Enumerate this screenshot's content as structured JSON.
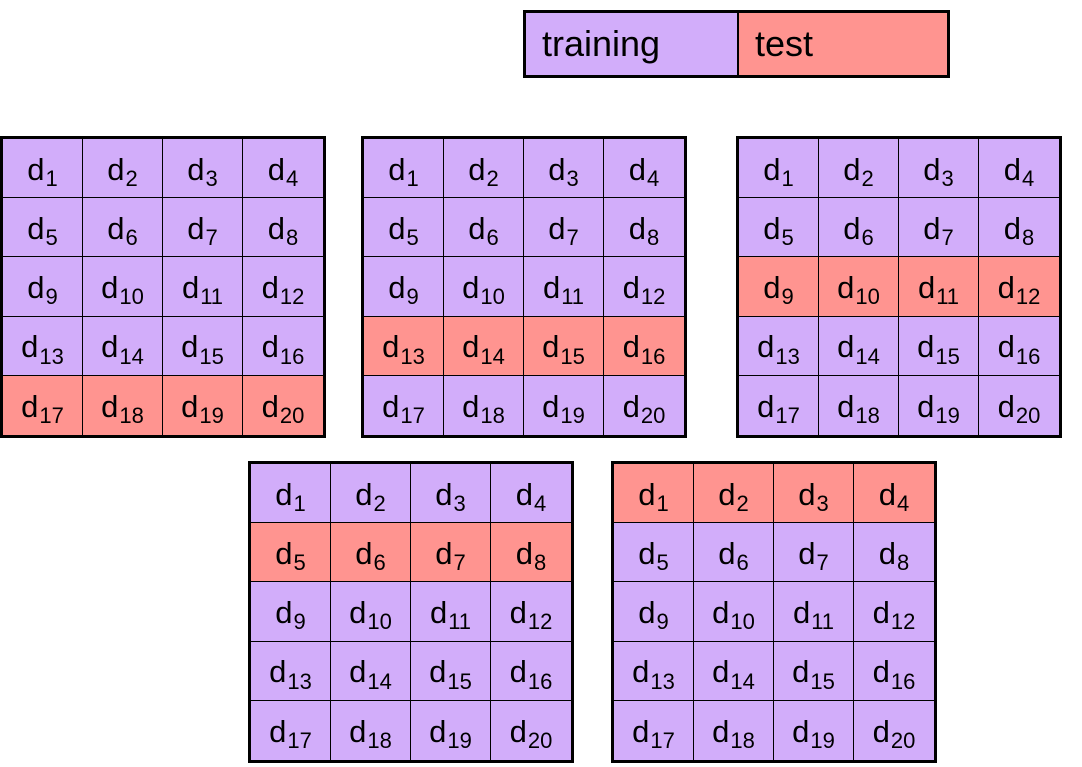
{
  "colors": {
    "training": "#d2adfa",
    "test": "#ff9490",
    "border": "#000000"
  },
  "legend": {
    "training_label": "training",
    "test_label": "test"
  },
  "fold_rows": [
    [
      [
        "1",
        "2",
        "3",
        "4"
      ],
      [
        "5",
        "6",
        "7",
        "8"
      ],
      [
        "9",
        "10",
        "11",
        "12"
      ],
      [
        "13",
        "14",
        "15",
        "16"
      ],
      [
        "17",
        "18",
        "19",
        "20"
      ]
    ]
  ],
  "cell_prefix": "d",
  "folds": [
    {
      "test_row": 4
    },
    {
      "test_row": 3
    },
    {
      "test_row": 2
    },
    {
      "test_row": 1
    },
    {
      "test_row": 0
    }
  ]
}
